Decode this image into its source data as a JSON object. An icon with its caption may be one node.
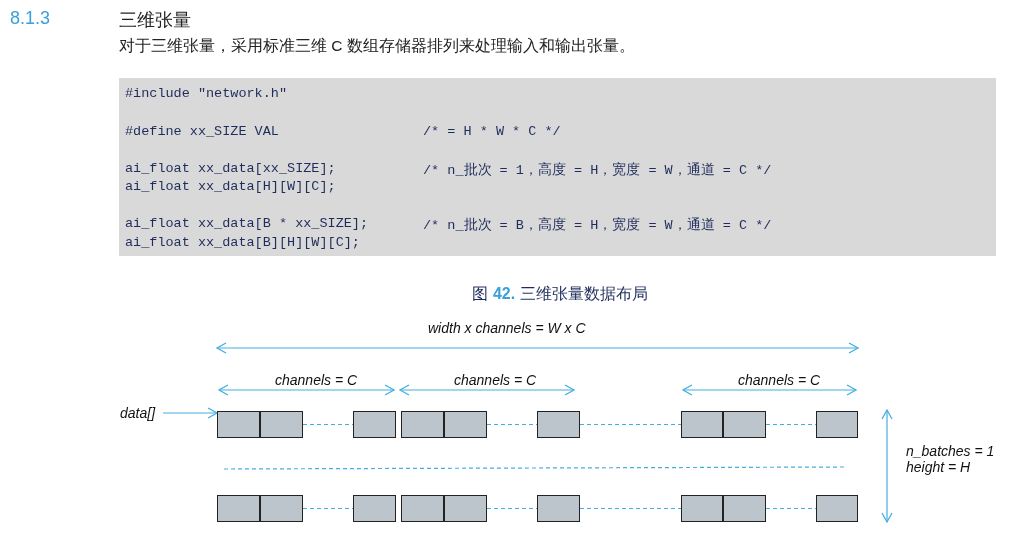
{
  "diagram": {
    "title": "三维张量",
    "caption": "图 **42.** 三维张量数据布局",
    "nodes": [
      {
        "text": [
          "data[]"
        ]
      },
      {
        "text": [],
        "shape": "box"
      },
      {
        "text": [],
        "shape": "box"
      },
      {
        "text": [],
        "shape": "box"
      },
      {
        "text": [],
        "shape": "box"
      },
      {
        "text": [],
        "shape": "box"
      },
      {
        "text": [],
        "shape": "box"
      },
      {
        "text": [],
        "shape": "box"
      },
      {
        "text": [],
        "shape": "box"
      },
      {
        "text": [],
        "shape": "box"
      },
      {
        "text": [],
        "shape": "box"
      },
      {
        "text": [],
        "shape": "box"
      },
      {
        "text": [],
        "shape": "box"
      },
      {
        "text": [],
        "shape": "box"
      },
      {
        "text": [],
        "shape": "box"
      },
      {
        "text": [],
        "shape": "box"
      },
      {
        "text": [],
        "shape": "box"
      },
      {
        "text": [],
        "shape": "box"
      },
      {
        "text": [],
        "shape": "box"
      }
    ],
    "edges": [
      {
        "from": 0,
        "to": 1,
        "arrow": "to"
      },
      {
        "from": 2,
        "to": 3,
        "arrow": "none",
        "style": "dashed"
      },
      {
        "from": 5,
        "to": 6,
        "arrow": "none",
        "style": "dashed"
      },
      {
        "from": 6,
        "to": 7,
        "arrow": "none",
        "style": "dashed"
      },
      {
        "from": 8,
        "to": 9,
        "arrow": "none",
        "style": "dashed"
      },
      {
        "from": 11,
        "to": 12,
        "arrow": "none",
        "style": "dashed"
      },
      {
        "from": 14,
        "to": 15,
        "arrow": "none",
        "style": "dashed"
      },
      {
        "from": 15,
        "to": 16,
        "arrow": "none",
        "style": "dashed"
      },
      {
        "from": 17,
        "to": 18,
        "arrow": "none",
        "style": "dashed"
      }
    ],
    "labels": [
      "8.1.3",
      "对于三维张量，采用标准三维 C 数组存储器排列来处理输入和输出张量。",
      "#include \"network.h\"",
      "#define xx_SIZE VAL",
      "/* = H * W * C */",
      "ai_float xx_data[xx_SIZE];",
      "/* n_批次 = 1，高度 = H，宽度 = W，通道 = C */",
      "ai_float xx_data[H][W][C];",
      "ai_float xx_data[B * xx_SIZE];",
      "/* n_批次 = B，高度 = H，宽度 = W，通道 = C */",
      "ai_float xx_data[B][H][W][C];",
      "width x channels = W x C",
      "channels = C",
      "channels = C",
      "channels = C",
      "n_batches = 1",
      "height = H"
    ]
  }
}
